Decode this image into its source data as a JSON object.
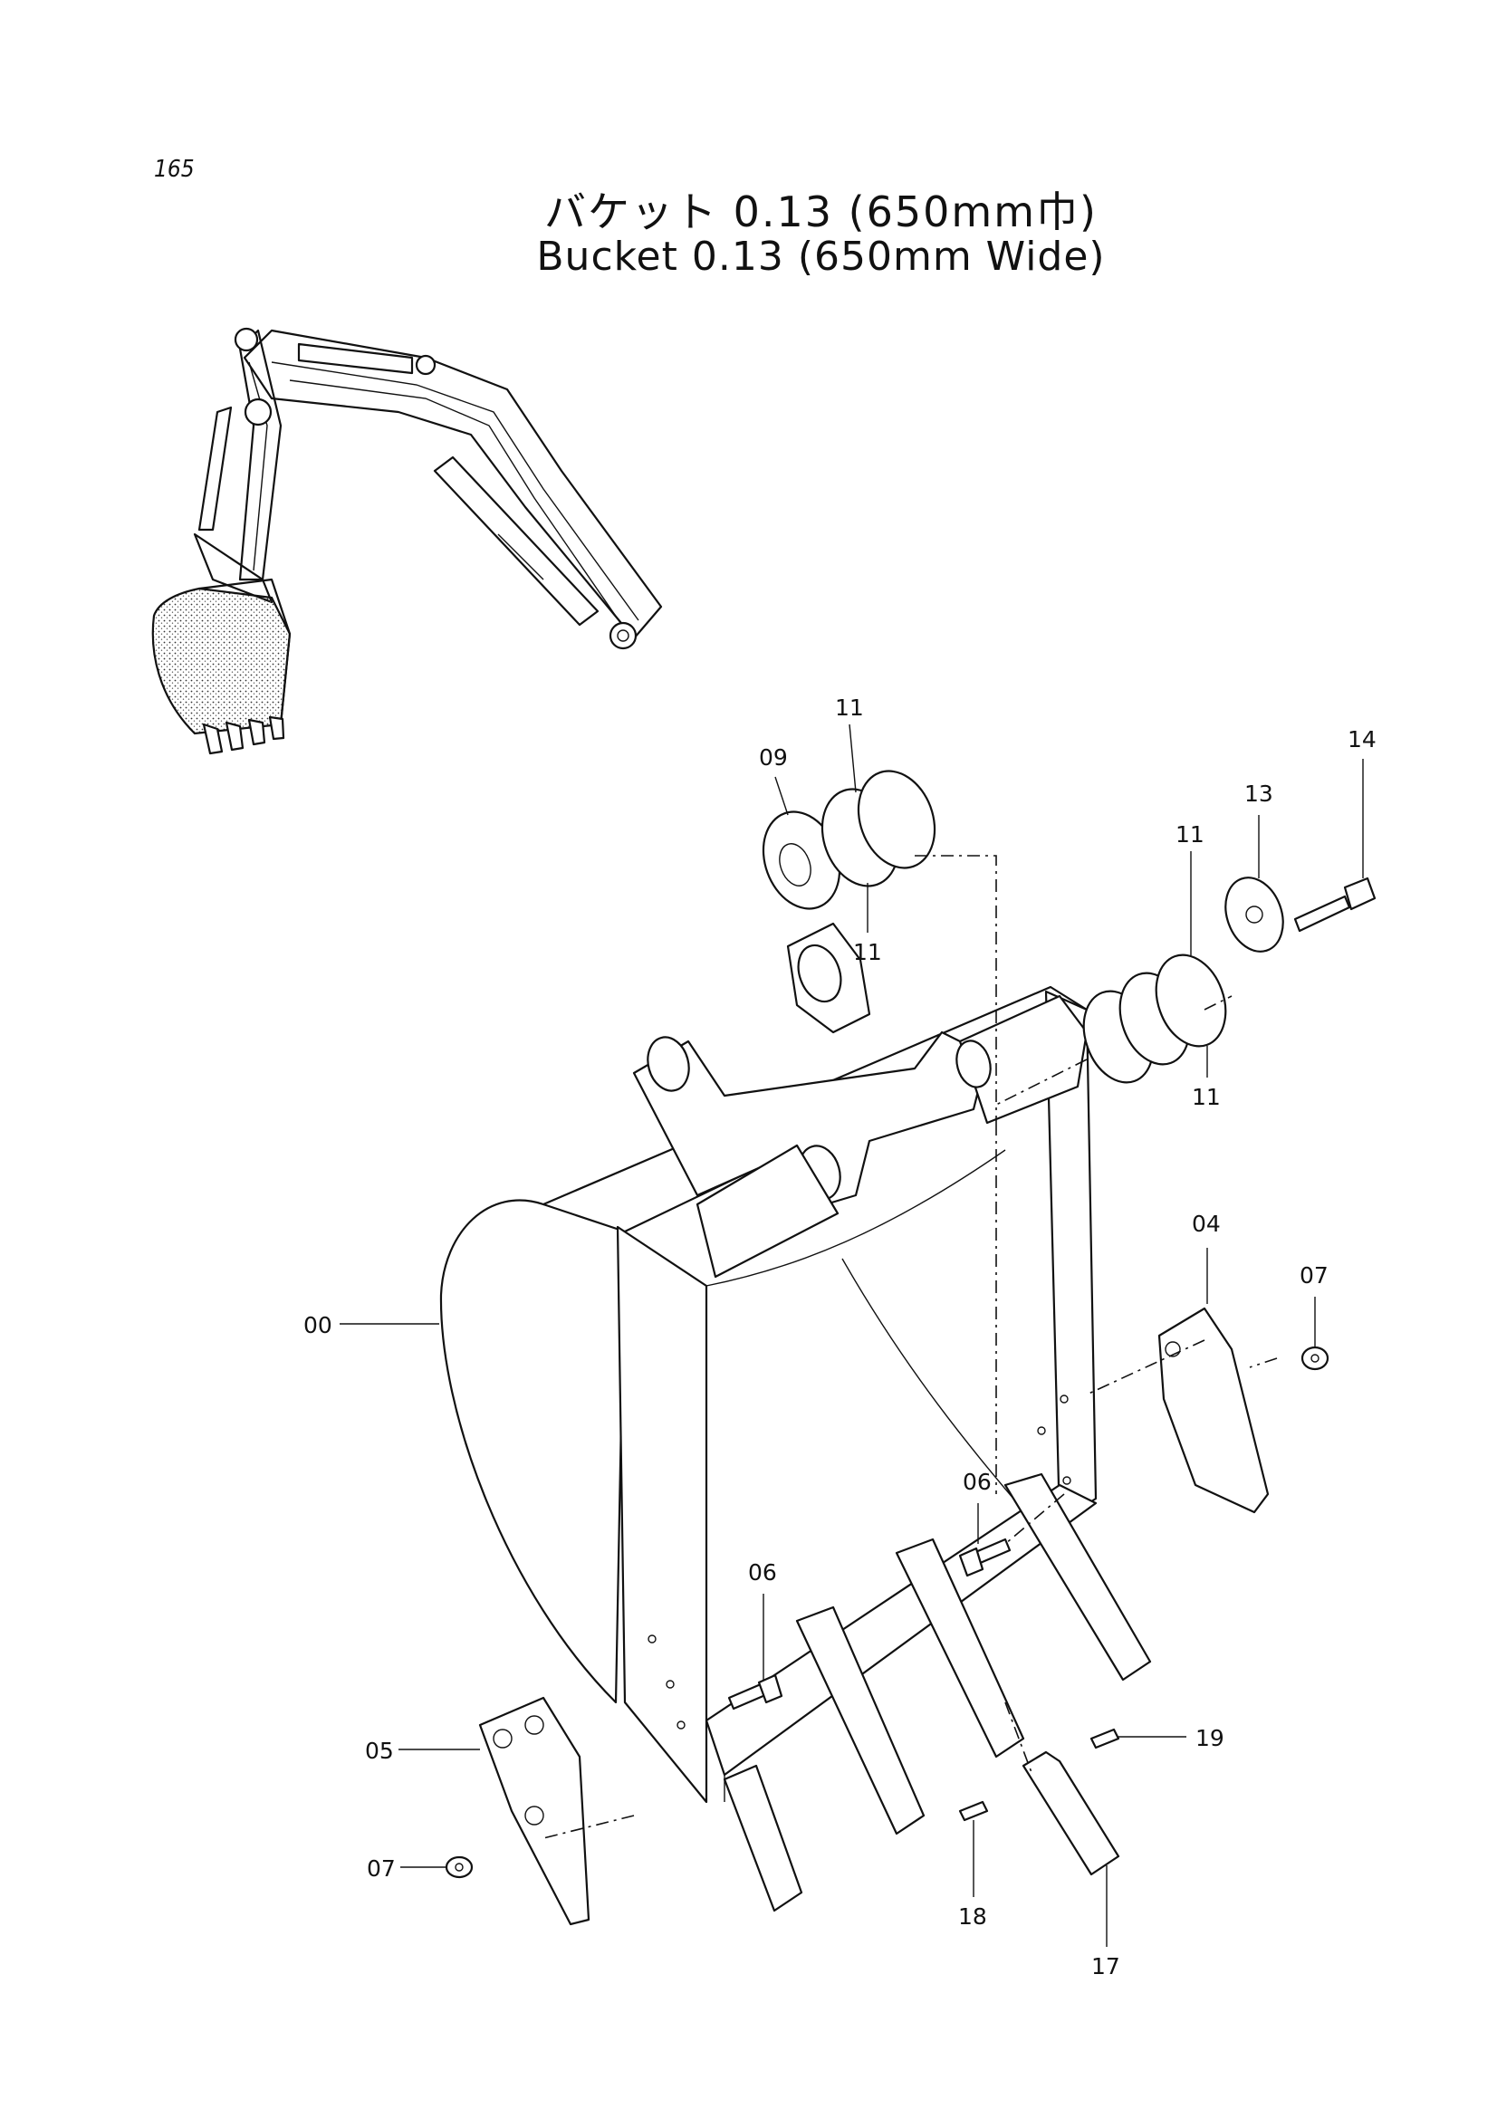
{
  "page": {
    "number": "165"
  },
  "title": {
    "japanese": "バケット 0.13 (650mm巾)",
    "english": "Bucket 0.13 (650mm Wide)"
  },
  "callouts": [
    {
      "id": "00",
      "label": "00"
    },
    {
      "id": "04",
      "label": "04"
    },
    {
      "id": "05",
      "label": "05"
    },
    {
      "id": "06a",
      "label": "06"
    },
    {
      "id": "06b",
      "label": "06"
    },
    {
      "id": "07a",
      "label": "07"
    },
    {
      "id": "07b",
      "label": "07"
    },
    {
      "id": "09",
      "label": "09"
    },
    {
      "id": "11a",
      "label": "11"
    },
    {
      "id": "11b",
      "label": "11"
    },
    {
      "id": "11c",
      "label": "11"
    },
    {
      "id": "11d",
      "label": "11"
    },
    {
      "id": "13",
      "label": "13"
    },
    {
      "id": "14",
      "label": "14"
    },
    {
      "id": "17",
      "label": "17"
    },
    {
      "id": "18",
      "label": "18"
    },
    {
      "id": "19",
      "label": "19"
    }
  ]
}
